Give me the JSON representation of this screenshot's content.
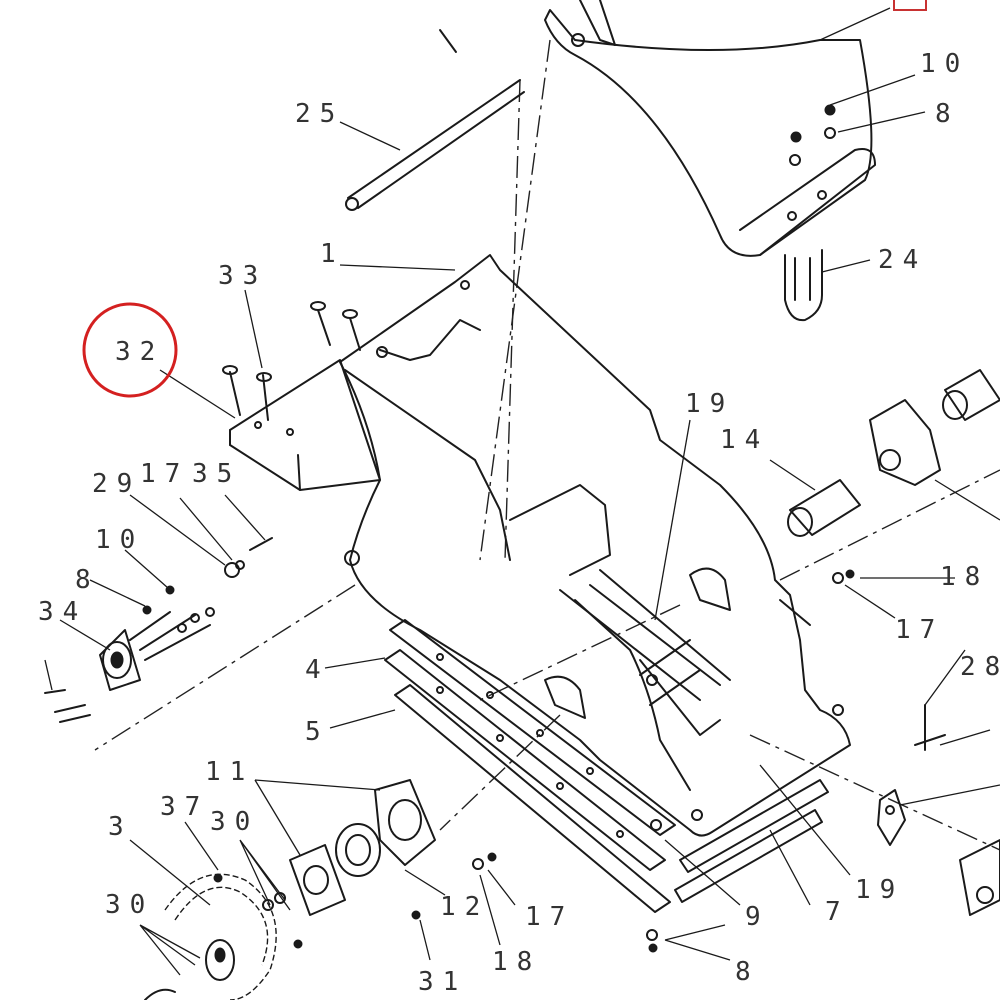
{
  "diagram": {
    "highlighted_callout": "32",
    "highlight_color": "#d42020",
    "callouts": [
      "1",
      "3",
      "4",
      "5",
      "7",
      "8",
      "8",
      "8",
      "9",
      "10",
      "10",
      "11",
      "12",
      "14",
      "17",
      "17",
      "17",
      "18",
      "18",
      "19",
      "19",
      "24",
      "25",
      "28",
      "29",
      "30",
      "30",
      "31",
      "32",
      "33",
      "34",
      "35",
      "37"
    ]
  }
}
